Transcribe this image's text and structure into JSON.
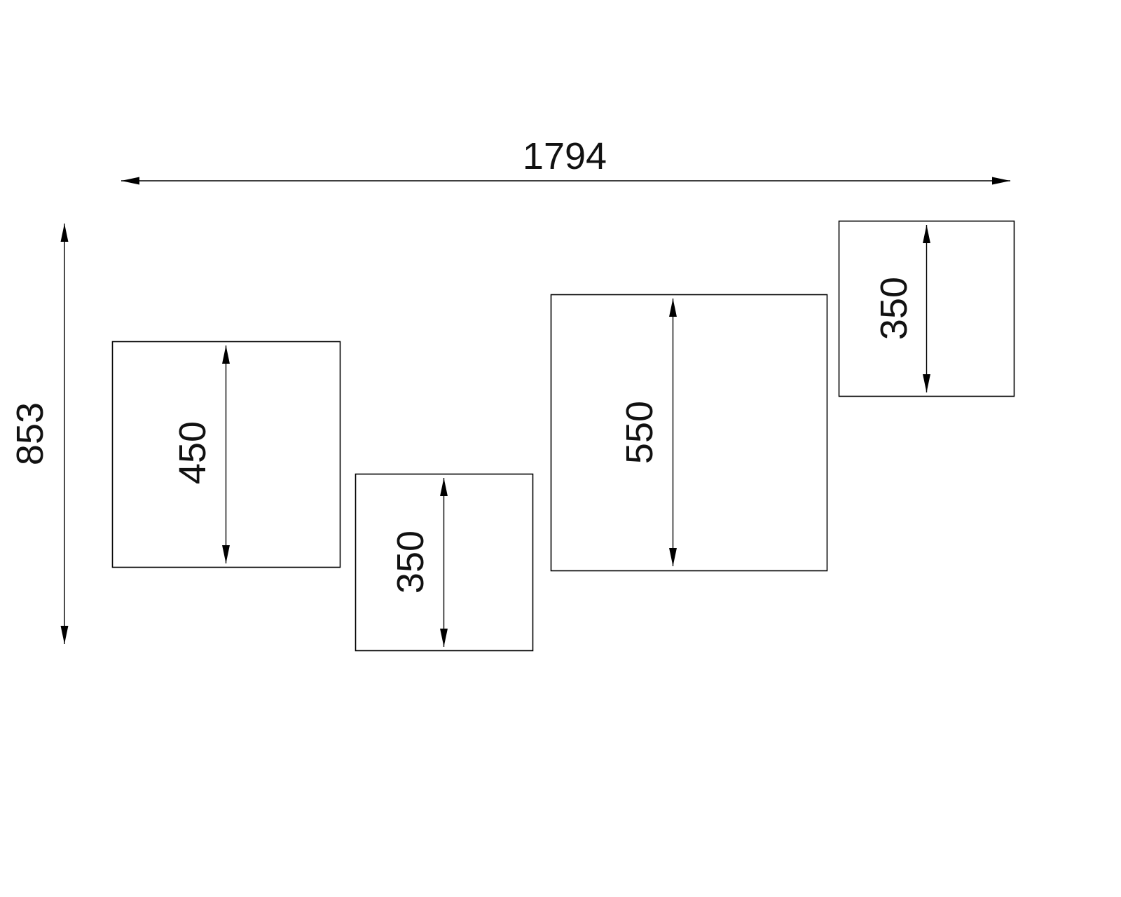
{
  "drawing": {
    "overall_width_label": "1794",
    "overall_height_label": "853",
    "boxes": [
      {
        "height_label": "450"
      },
      {
        "height_label": "350"
      },
      {
        "height_label": "550"
      },
      {
        "height_label": "350"
      }
    ]
  }
}
